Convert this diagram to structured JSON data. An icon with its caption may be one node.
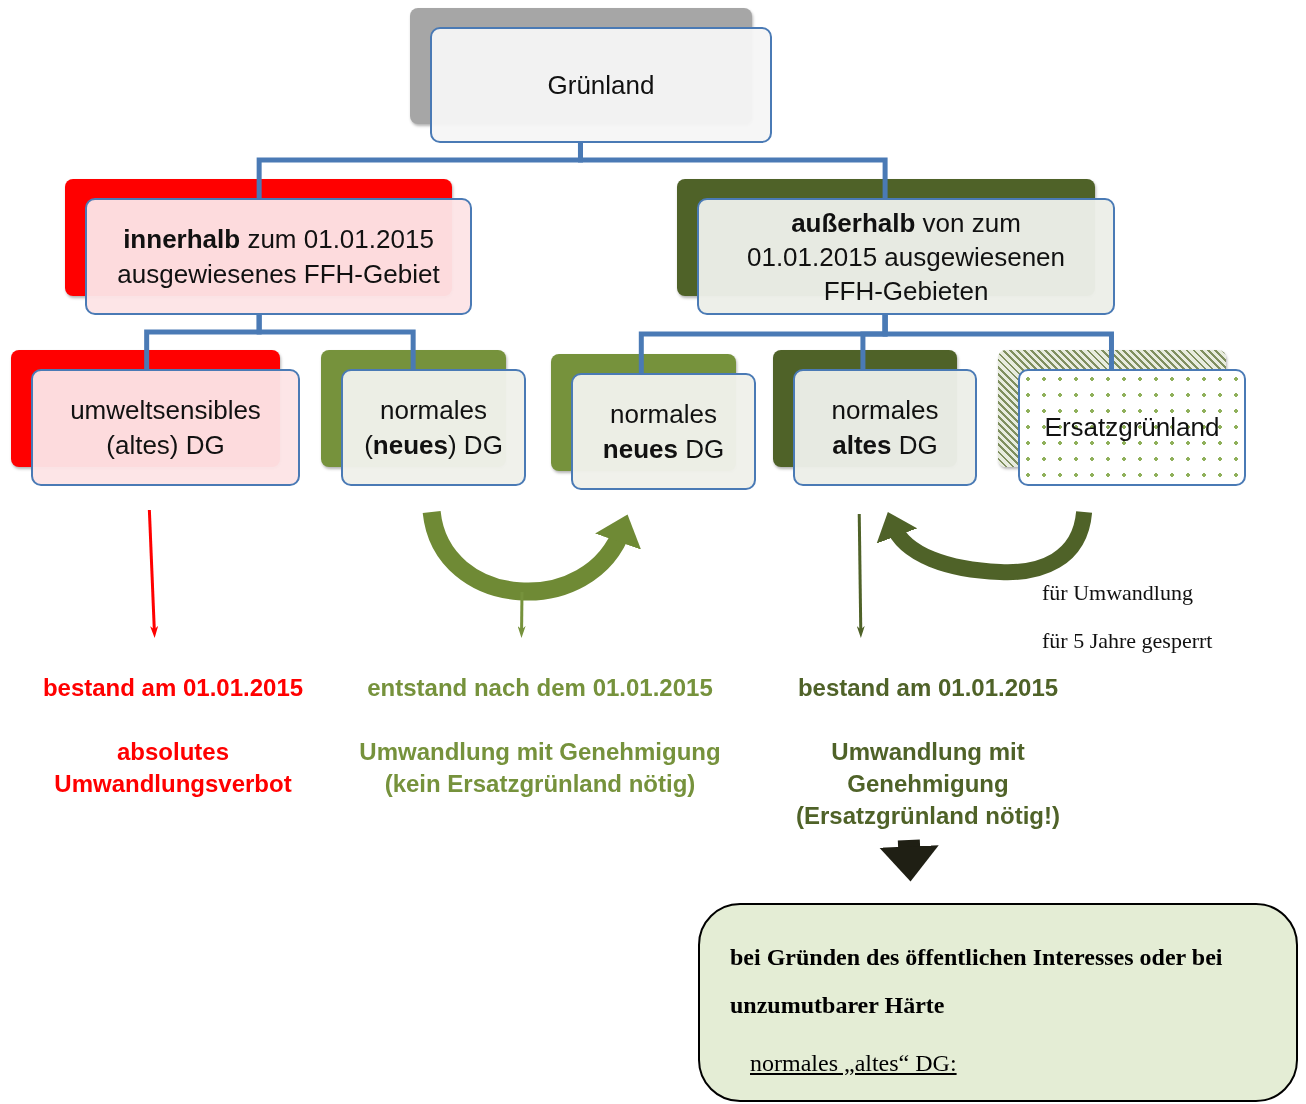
{
  "diagram": {
    "nodes": [
      {
        "text": [
          "Grünland"
        ]
      },
      {
        "text": [
          "**innerhalb** zum 01.01.2015 ausgewiesenes FFH-Gebiet"
        ]
      },
      {
        "text": [
          "**außerhalb** von zum 01.01.2015 ausgewiesenen FFH-Gebieten"
        ]
      },
      {
        "text": [
          "umweltsensibles (altes) DG"
        ]
      },
      {
        "text": [
          "normales (**neues**) DG"
        ]
      },
      {
        "text": [
          "normales **neues** DG"
        ]
      },
      {
        "text": [
          "normales **altes** DG"
        ]
      },
      {
        "text": [
          "Ersatzgrünland"
        ]
      },
      {
        "text": [
          "bestand am 01.01.2015",
          "absolutes Umwandlungsverbot"
        ]
      },
      {
        "text": [
          "entstand nach dem 01.01.2015",
          "Umwandlung mit Genehmigung (kein Ersatzgrünland nötig)"
        ]
      },
      {
        "text": [
          "bestand am 01.01.2015",
          "Umwandlung mit Genehmigung (Ersatzgrünland nötig!)"
        ]
      },
      {
        "text": [
          "bei Gründen des öffentlichen Interesses oder bei unzumutbarer Härte",
          "normales „altes“ DG:"
        ]
      }
    ],
    "edges": [
      {
        "from": 0,
        "to": 1,
        "arrow": "none"
      },
      {
        "from": 0,
        "to": 2,
        "arrow": "none"
      },
      {
        "from": 1,
        "to": 3,
        "arrow": "none"
      },
      {
        "from": 1,
        "to": 4,
        "arrow": "none"
      },
      {
        "from": 2,
        "to": 5,
        "arrow": "none"
      },
      {
        "from": 2,
        "to": 6,
        "arrow": "none"
      },
      {
        "from": 2,
        "to": 7,
        "arrow": "none"
      },
      {
        "from": 3,
        "to": 8,
        "arrow": "to",
        "color": "#ff0000"
      },
      {
        "from": 4,
        "to": 5,
        "arrow": "to",
        "style": "thick",
        "color": "#6f8a35"
      },
      {
        "from": null,
        "to": 9,
        "arrow": "to",
        "color": "#76923c"
      },
      {
        "from": 6,
        "to": 10,
        "arrow": "to",
        "color": "#4f6228"
      },
      {
        "from": 7,
        "to": 6,
        "arrow": "to",
        "style": "thick",
        "color": "#4f6228"
      },
      {
        "from": 10,
        "to": 11,
        "arrow": "to",
        "style": "thick",
        "color": "#1f1f14"
      }
    ],
    "labels": [
      "für Umwandlung",
      "für 5 Jahre gesperrt"
    ]
  }
}
